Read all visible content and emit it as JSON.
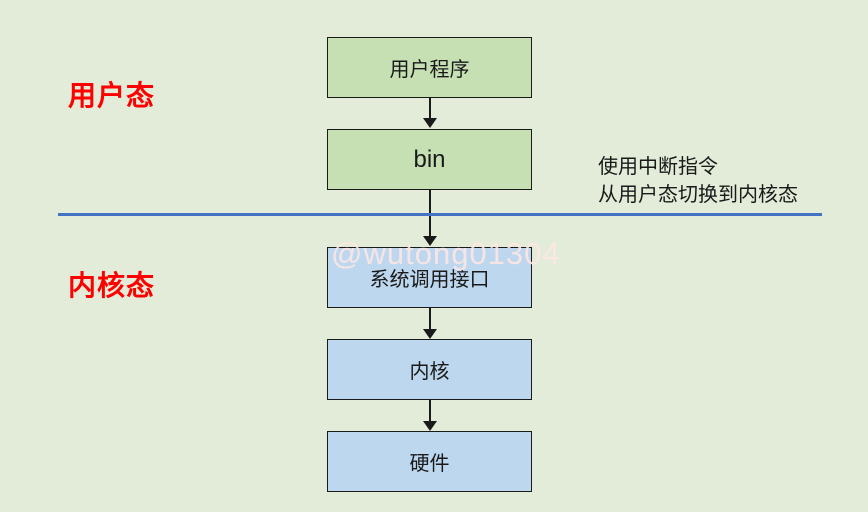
{
  "diagram": {
    "zones": {
      "user_label": "用户态",
      "kernel_label": "内核态"
    },
    "nodes": [
      {
        "id": "user-program",
        "label": "用户程序",
        "zone": "user"
      },
      {
        "id": "bin",
        "label": "bin",
        "zone": "user"
      },
      {
        "id": "syscall-interface",
        "label": "系统调用接口",
        "zone": "kernel"
      },
      {
        "id": "kernel",
        "label": "内核",
        "zone": "kernel"
      },
      {
        "id": "hardware",
        "label": "硬件",
        "zone": "kernel"
      }
    ],
    "edges": [
      {
        "from": "user-program",
        "to": "bin"
      },
      {
        "from": "bin",
        "to": "syscall-interface"
      },
      {
        "from": "syscall-interface",
        "to": "kernel"
      },
      {
        "from": "kernel",
        "to": "hardware"
      }
    ],
    "annotation": {
      "line1": "使用中断指令",
      "line2": "从用户态切换到内核态"
    },
    "watermark": "@wutong01304",
    "colors": {
      "background": "#e2ecd8",
      "user_box_fill": "#c6e0b4",
      "kernel_box_fill": "#bdd7ee",
      "box_border": "#1a1a1a",
      "divider_line": "#4472c4",
      "mode_label_text": "#ff0000"
    }
  }
}
